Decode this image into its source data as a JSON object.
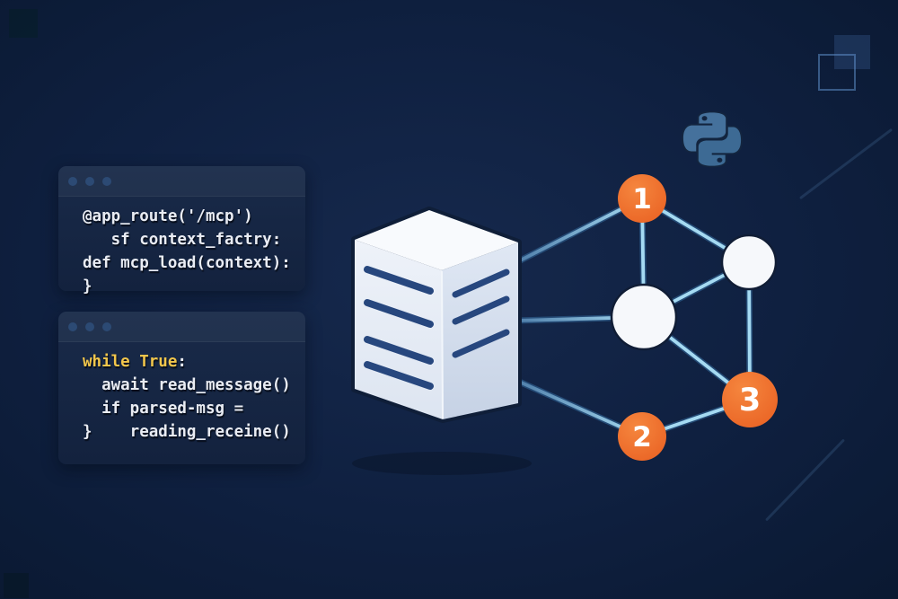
{
  "illustration": {
    "theme": {
      "background_navy": "#0f2040",
      "accent_orange": "#ee6e2c",
      "line_blue": "#9bd4ee",
      "code_yellow": "#f2c64b",
      "code_white": "#e9ecf3",
      "python_blue": "#45719c",
      "server_stripe_navy": "#27477e"
    },
    "code_window_1": {
      "lines": [
        "@app_route('/mcp')",
        "   sf context_factry:",
        "def mcp_load(context):",
        "}"
      ]
    },
    "code_window_2": {
      "keyword_line": {
        "keyword": "while True",
        "rest": ":"
      },
      "lines": [
        "  await read_message()",
        "  if parsed-msg =",
        "}    reading_receine()"
      ]
    },
    "network": {
      "nodes": [
        {
          "label": "1",
          "type": "orange"
        },
        {
          "label": "2",
          "type": "orange"
        },
        {
          "label": "3",
          "type": "orange"
        },
        {
          "label": "",
          "type": "white"
        },
        {
          "label": "",
          "type": "white"
        }
      ]
    },
    "icons": [
      "server-icon",
      "python-icon",
      "window-dots"
    ]
  }
}
